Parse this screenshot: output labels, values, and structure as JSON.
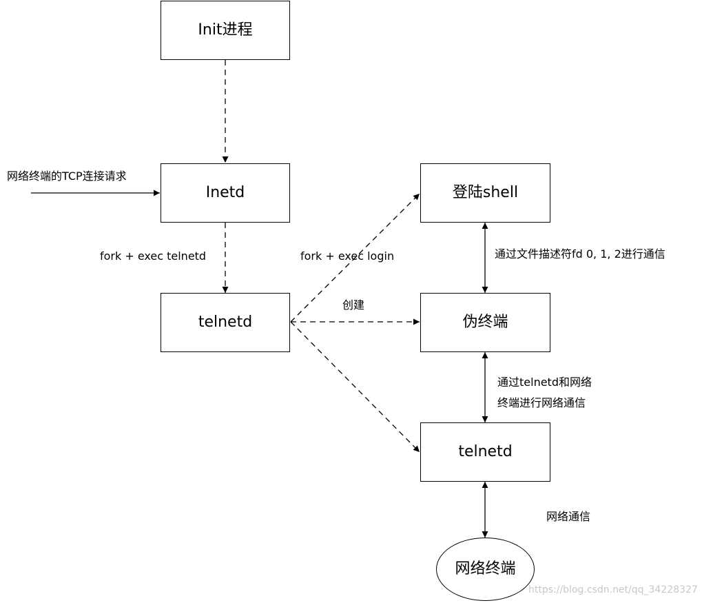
{
  "nodes": {
    "init": "Init进程",
    "inetd": "Inetd",
    "telnetd_left": "telnetd",
    "login_shell": "登陆shell",
    "pseudo_terminal": "伪终端",
    "telnetd_right": "telnetd",
    "network_terminal": "网络终端"
  },
  "labels": {
    "tcp_request": "网络终端的TCP连接请求",
    "fork_exec_telnetd": "fork + exec telnetd",
    "fork_exec_login": "fork + exec login",
    "create": "创建",
    "fd_comm": "通过文件描述符fd 0, 1, 2进行通信",
    "telnetd_network_comm_line1": "通过telnetd和网络",
    "telnetd_network_comm_line2": "终端进行网络通信",
    "network_comm": "网络通信"
  },
  "watermark": "https://blog.csdn.net/qq_34228327"
}
